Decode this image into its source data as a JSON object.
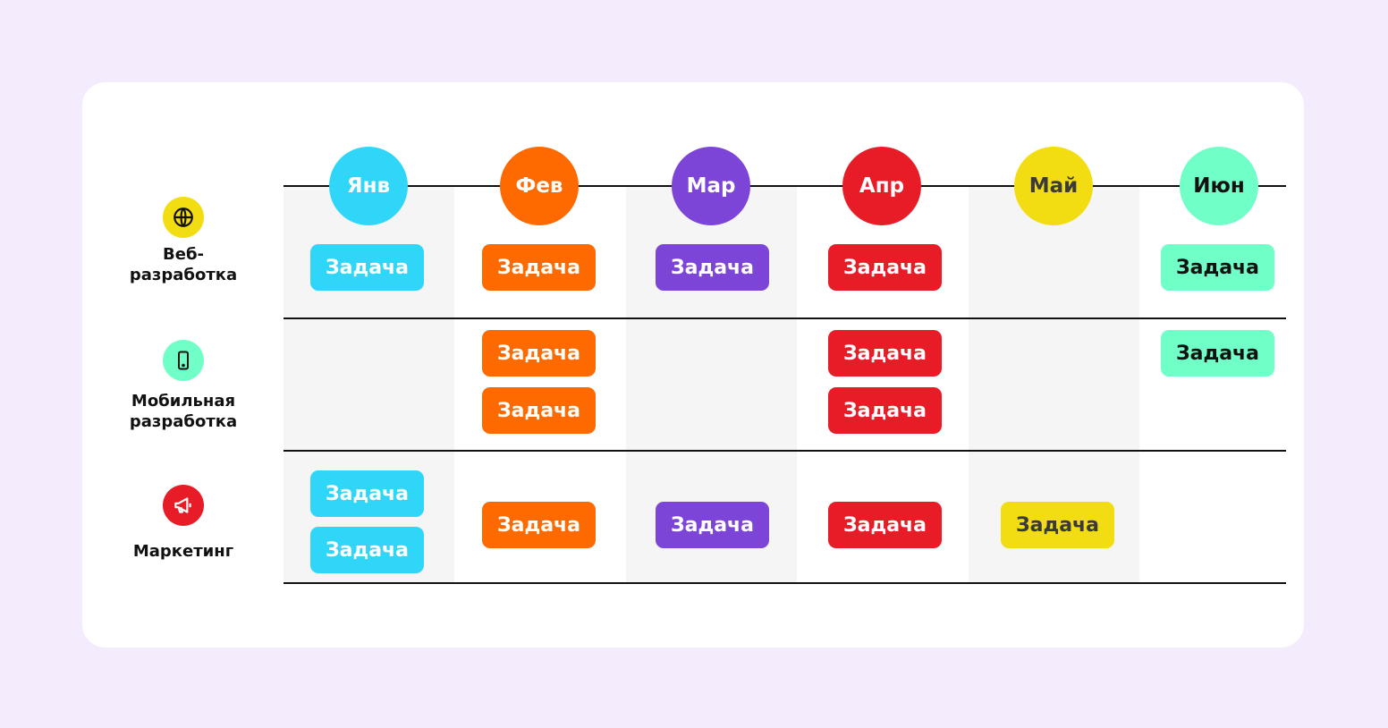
{
  "colors": {
    "jan": "#30d6f8",
    "feb": "#fe6a00",
    "mar": "#7d44d8",
    "apr": "#e81c27",
    "may": "#f2dc12",
    "jun": "#70ffc7",
    "background": "#f4ecfd",
    "card": "#ffffff",
    "column_shade": "#f5f5f5"
  },
  "months": [
    "Янв",
    "Фев",
    "Мар",
    "Апр",
    "Май",
    "Июн"
  ],
  "rows": [
    {
      "label_line1": "Веб-",
      "label_line2": "разработка",
      "icon": "globe-icon"
    },
    {
      "label_line1": "Мобильная",
      "label_line2": "разработка",
      "icon": "smartphone-icon"
    },
    {
      "label_line1": "Маркетинг",
      "label_line2": "",
      "icon": "megaphone-icon"
    }
  ],
  "task_label": "Задача",
  "tasks": {
    "web": {
      "jan": [
        "Задача"
      ],
      "feb": [
        "Задача"
      ],
      "mar": [
        "Задача"
      ],
      "apr": [
        "Задача"
      ],
      "may": [],
      "jun": [
        "Задача"
      ]
    },
    "mobile": {
      "jan": [],
      "feb": [
        "Задача",
        "Задача"
      ],
      "mar": [],
      "apr": [
        "Задача",
        "Задача"
      ],
      "may": [],
      "jun": [
        "Задача"
      ]
    },
    "marketing": {
      "jan": [
        "Задача",
        "Задача"
      ],
      "feb": [
        "Задача"
      ],
      "mar": [
        "Задача"
      ],
      "apr": [
        "Задача"
      ],
      "may": [
        "Задача"
      ],
      "jun": []
    }
  }
}
